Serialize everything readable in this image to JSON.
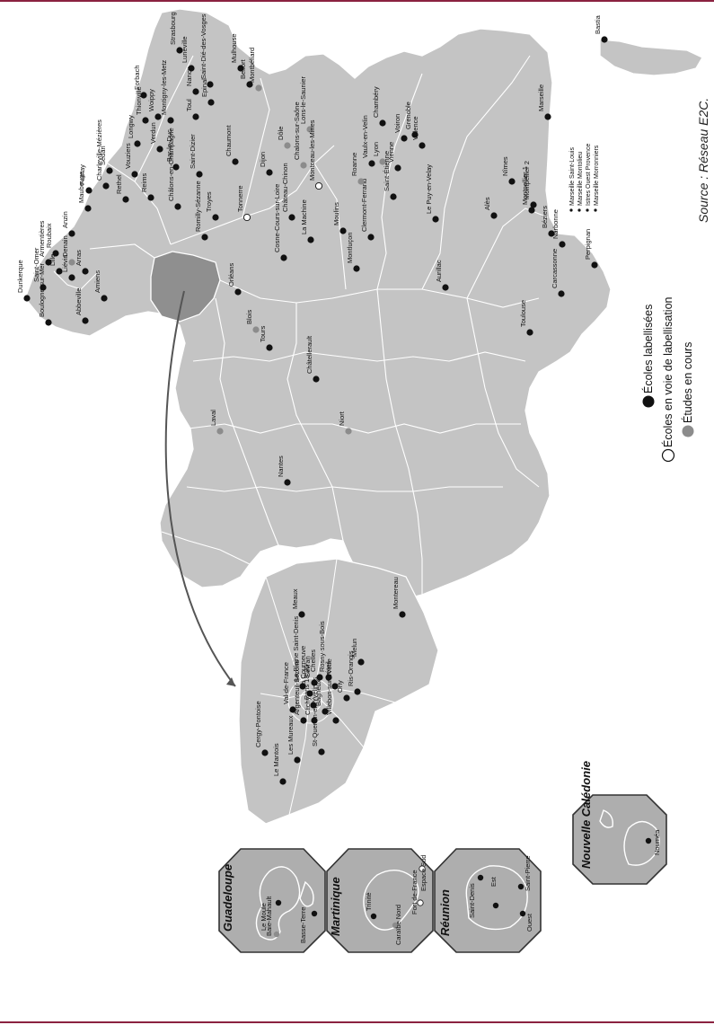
{
  "source_text": "Source : Réseau E2C.",
  "legend": {
    "labelled": "Écoles labellisées",
    "in_progress": "Écoles en voie de labellisation",
    "studies": "Études en cours"
  },
  "marseille_notes": [
    "Marseille Saint-Louis",
    "Marseille Montolieu",
    "Istres Ouest Provence",
    "Marseille Morronniers"
  ],
  "colors": {
    "labelled": "#111111",
    "in_progress": "#ffffff",
    "studies": "#8c8c8c",
    "land": "#c4c4c4",
    "highlight_region": "#8f8f8f",
    "border_accent": "#8b2240"
  },
  "insets": [
    {
      "title": "Guadeloupe",
      "places": [
        "Le Moule",
        "Baie-Mahault",
        "Basse-Terre"
      ]
    },
    {
      "title": "Martinique",
      "places": [
        "Trinité",
        "Caraïbe Nord",
        "Fort de-France",
        "Espace Sud"
      ]
    },
    {
      "title": "Réunion",
      "places": [
        "Saint-Denis",
        "Est",
        "Ouest",
        "Saint-Pierre"
      ]
    },
    {
      "title": "Nouvelle Calédonie",
      "places": [
        "Nouméa"
      ]
    }
  ],
  "cities": [
    {
      "name": "Dunkerque",
      "status": "labelled"
    },
    {
      "name": "Saint-Omer",
      "status": "labelled"
    },
    {
      "name": "Boulogne-sur-Mer",
      "status": "labelled"
    },
    {
      "name": "Armentières",
      "status": "labelled"
    },
    {
      "name": "Roubaix",
      "status": "labelled"
    },
    {
      "name": "Lille",
      "status": "labelled"
    },
    {
      "name": "Liévin",
      "status": "labelled"
    },
    {
      "name": "Anzin",
      "status": "labelled"
    },
    {
      "name": "Denain",
      "status": "studies"
    },
    {
      "name": "Arras",
      "status": "labelled"
    },
    {
      "name": "Amiens",
      "status": "labelled"
    },
    {
      "name": "Abbeville",
      "status": "labelled"
    },
    {
      "name": "Maubeuge",
      "status": "labelled"
    },
    {
      "name": "Fumay",
      "status": "labelled"
    },
    {
      "name": "Charleville-Mézières",
      "status": "labelled"
    },
    {
      "name": "Sedan",
      "status": "labelled"
    },
    {
      "name": "Rethel",
      "status": "labelled"
    },
    {
      "name": "Vouziers",
      "status": "labelled"
    },
    {
      "name": "Reims",
      "status": "labelled"
    },
    {
      "name": "Châlons-en-Champagne",
      "status": "labelled"
    },
    {
      "name": "Romilly-Sézanne",
      "status": "labelled"
    },
    {
      "name": "Troyes",
      "status": "labelled"
    },
    {
      "name": "Saint-Dizier",
      "status": "labelled"
    },
    {
      "name": "Bar-le-Duc",
      "status": "labelled"
    },
    {
      "name": "Verdun",
      "status": "labelled"
    },
    {
      "name": "Longwy",
      "status": "labelled"
    },
    {
      "name": "Thionville",
      "status": "labelled"
    },
    {
      "name": "Forbach",
      "status": "labelled"
    },
    {
      "name": "Woippy",
      "status": "labelled"
    },
    {
      "name": "Montigny-les-Metz",
      "status": "labelled"
    },
    {
      "name": "Strasbourg",
      "status": "labelled"
    },
    {
      "name": "Lunéville",
      "status": "labelled"
    },
    {
      "name": "Nancy",
      "status": "labelled"
    },
    {
      "name": "Toul",
      "status": "labelled"
    },
    {
      "name": "Epinal",
      "status": "labelled"
    },
    {
      "name": "Saint-Dié-des-Vosges",
      "status": "labelled"
    },
    {
      "name": "Mulhouse",
      "status": "labelled"
    },
    {
      "name": "Belfort",
      "status": "labelled"
    },
    {
      "name": "Montbéliard",
      "status": "studies"
    },
    {
      "name": "Dôle",
      "status": "studies"
    },
    {
      "name": "Lons-le-Saunier",
      "status": "studies"
    },
    {
      "name": "Chaumont",
      "status": "labelled"
    },
    {
      "name": "Dijon",
      "status": "labelled"
    },
    {
      "name": "Tonnerre",
      "status": "in_progress"
    },
    {
      "name": "Château-Chinon",
      "status": "labelled"
    },
    {
      "name": "Chalons-sur-Saône",
      "status": "studies"
    },
    {
      "name": "Montceau-les-Mines",
      "status": "in_progress"
    },
    {
      "name": "Cosne-Cours-sur-Loire",
      "status": "labelled"
    },
    {
      "name": "La Machine",
      "status": "labelled"
    },
    {
      "name": "Moulins",
      "status": "labelled"
    },
    {
      "name": "Montluçon",
      "status": "labelled"
    },
    {
      "name": "Clermont-Ferrand",
      "status": "labelled"
    },
    {
      "name": "Roanne",
      "status": "studies"
    },
    {
      "name": "Vaulx-en-Velin",
      "status": "labelled"
    },
    {
      "name": "Lyon",
      "status": "studies"
    },
    {
      "name": "Chambéry",
      "status": "labelled"
    },
    {
      "name": "Voiron",
      "status": "labelled"
    },
    {
      "name": "Grenoble",
      "status": "labelled"
    },
    {
      "name": "Vienne",
      "status": "labelled"
    },
    {
      "name": "Saint-Étienne",
      "status": "labelled"
    },
    {
      "name": "Le Puy-en-Velay",
      "status": "labelled"
    },
    {
      "name": "Valence",
      "status": "labelled"
    },
    {
      "name": "Aurillac",
      "status": "labelled"
    },
    {
      "name": "Orléans",
      "status": "labelled"
    },
    {
      "name": "Blois",
      "status": "studies"
    },
    {
      "name": "Tours",
      "status": "labelled"
    },
    {
      "name": "Châtellerault",
      "status": "labelled"
    },
    {
      "name": "Laval",
      "status": "studies"
    },
    {
      "name": "Niort",
      "status": "studies"
    },
    {
      "name": "Nantes",
      "status": "labelled"
    },
    {
      "name": "Toulouse",
      "status": "labelled"
    },
    {
      "name": "Alès",
      "status": "labelled"
    },
    {
      "name": "Nîmes",
      "status": "labelled"
    },
    {
      "name": "Montpellier 1",
      "status": "labelled"
    },
    {
      "name": "Montpellier 2",
      "status": "labelled"
    },
    {
      "name": "Béziers",
      "status": "labelled"
    },
    {
      "name": "Narbonne",
      "status": "labelled"
    },
    {
      "name": "Carcassonne",
      "status": "labelled"
    },
    {
      "name": "Perpignan",
      "status": "labelled"
    },
    {
      "name": "Marseille",
      "status": "labelled"
    },
    {
      "name": "Bastia",
      "status": "labelled"
    }
  ],
  "idf_cities": [
    {
      "name": "Paris 18°20°",
      "status": "labelled"
    },
    {
      "name": "La Plaine Saint-Denis",
      "status": "labelled"
    },
    {
      "name": "Meaux",
      "status": "labelled"
    },
    {
      "name": "Sevran",
      "status": "labelled"
    },
    {
      "name": "Chelles",
      "status": "labelled"
    },
    {
      "name": "Rosny-sous-Bois",
      "status": "labelled"
    },
    {
      "name": "La Courneuve",
      "status": "labelled"
    },
    {
      "name": "Créteil",
      "status": "labelled"
    },
    {
      "name": "Orly",
      "status": "labelled"
    },
    {
      "name": "Ris-Orangis",
      "status": "labelled"
    },
    {
      "name": "Melun",
      "status": "labelled"
    },
    {
      "name": "Montereau",
      "status": "labelled"
    },
    {
      "name": "Val-de-France",
      "status": "labelled"
    },
    {
      "name": "Cergy-Pontoise",
      "status": "labelled"
    },
    {
      "name": "Argenteuil-Bezons",
      "status": "labelled"
    },
    {
      "name": "Clichy",
      "status": "labelled"
    },
    {
      "name": "Bagneux",
      "status": "labelled"
    },
    {
      "name": "Villebon-sur-Yvette",
      "status": "labelled"
    },
    {
      "name": "St-Quentin-en-Yvelines",
      "status": "labelled"
    },
    {
      "name": "Les Mureaux",
      "status": "labelled"
    },
    {
      "name": "Le Mantois",
      "status": "labelled"
    }
  ]
}
